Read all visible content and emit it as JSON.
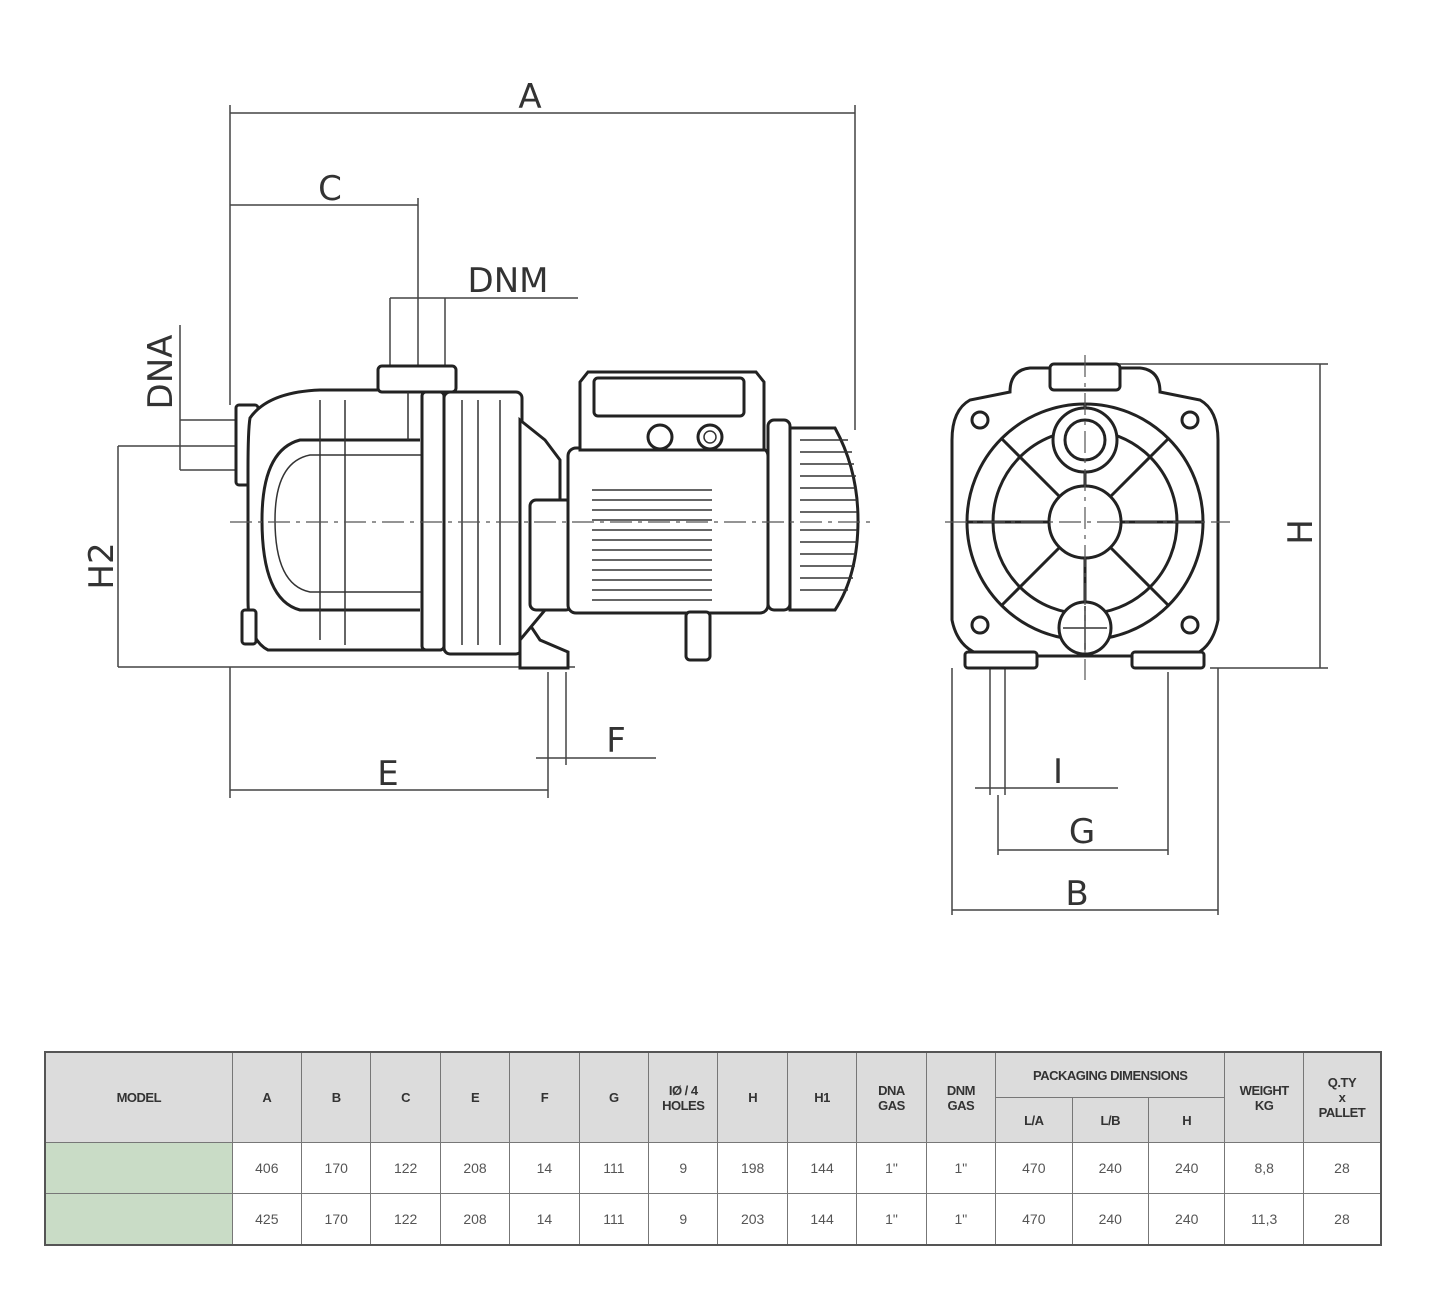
{
  "drawing": {
    "side_view": {
      "labels": {
        "A": "A",
        "C": "C",
        "DNM": "DNM",
        "DNA": "DNA",
        "H2": "H2",
        "E": "E",
        "F": "F"
      }
    },
    "front_view": {
      "labels": {
        "H": "H",
        "I": "I",
        "G": "G",
        "B": "B"
      }
    }
  },
  "table": {
    "headers": {
      "model": "MODEL",
      "A": "A",
      "B": "B",
      "C": "C",
      "E": "E",
      "F": "F",
      "G": "G",
      "holes_l1": "IØ / 4",
      "holes_l2": "HOLES",
      "H": "H",
      "H1": "H1",
      "dna_l1": "DNA",
      "dna_l2": "GAS",
      "dnm_l1": "DNM",
      "dnm_l2": "GAS",
      "packaging": "PACKAGING DIMENSIONS",
      "pack_LA": "L/A",
      "pack_LB": "L/B",
      "pack_H": "H",
      "weight_l1": "WEIGHT",
      "weight_l2": "KG",
      "qty_l1": "Q.TY",
      "qty_l2": "x",
      "qty_l3": "PALLET"
    },
    "rows": [
      {
        "model": "",
        "A": "406",
        "B": "170",
        "C": "122",
        "E": "208",
        "F": "14",
        "G": "111",
        "holes": "9",
        "H": "198",
        "H1": "144",
        "dna": "1\"",
        "dnm": "1\"",
        "LA": "470",
        "LB": "240",
        "PH": "240",
        "weight": "8,8",
        "qty": "28"
      },
      {
        "model": "",
        "A": "425",
        "B": "170",
        "C": "122",
        "E": "208",
        "F": "14",
        "G": "111",
        "holes": "9",
        "H": "203",
        "H1": "144",
        "dna": "1\"",
        "dnm": "1\"",
        "LA": "470",
        "LB": "240",
        "PH": "240",
        "weight": "11,3",
        "qty": "28"
      }
    ]
  }
}
